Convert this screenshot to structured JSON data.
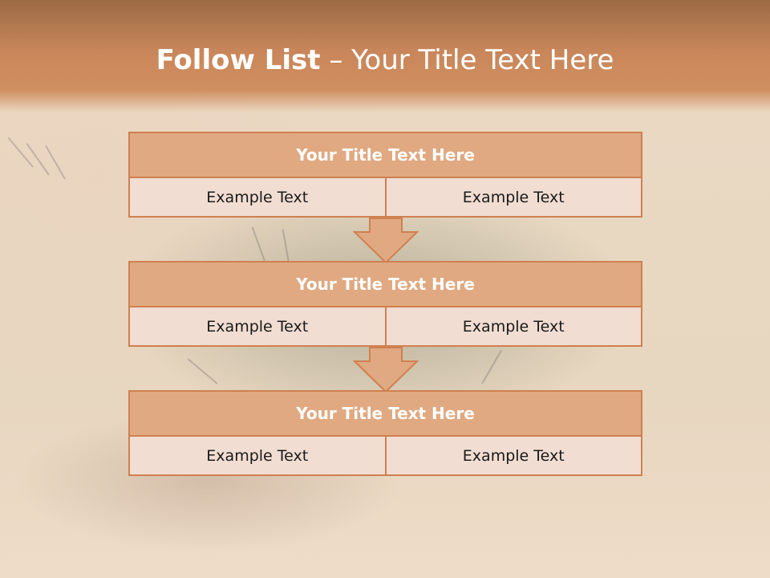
{
  "slide": {
    "title_bold": "Follow List",
    "title_rest": "– Your Title Text Here"
  },
  "blocks": [
    {
      "title": "Your Title Text Here",
      "left": "Example Text",
      "right": "Example Text"
    },
    {
      "title": "Your Title Text Here",
      "left": "Example Text",
      "right": "Example Text"
    },
    {
      "title": "Your Title Text Here",
      "left": "Example Text",
      "right": "Example Text"
    }
  ],
  "colors": {
    "header": "#c8865a",
    "block_title_fill": "#e0a982",
    "block_cell_fill": "#f1ddd2",
    "block_border": "#d08050"
  }
}
